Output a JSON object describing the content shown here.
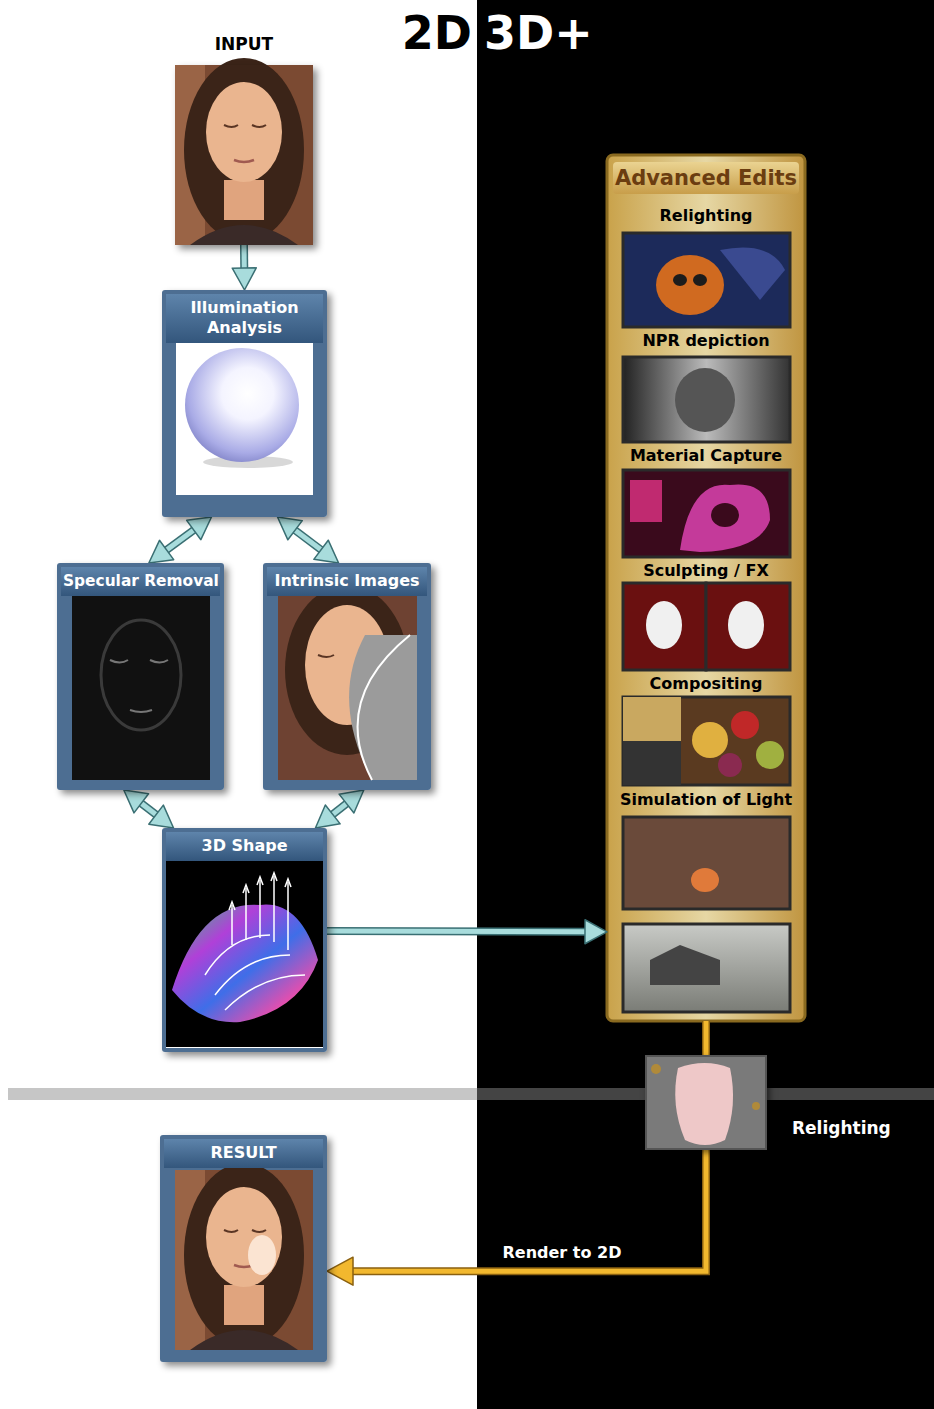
{
  "diagram": {
    "nodes": [
      {
        "text": [
          "INPUT"
        ]
      },
      {
        "text": [
          "Illumination Analysis"
        ]
      },
      {
        "text": [
          "Specular Removal"
        ]
      },
      {
        "text": [
          "Intrinsic Images"
        ]
      },
      {
        "text": [
          "3D Shape"
        ]
      },
      {
        "text": [
          "Advanced Edits"
        ]
      },
      {
        "text": [
          "Relighting"
        ],
        "in": 5
      },
      {
        "text": [
          "NPR depiction"
        ],
        "in": 5
      },
      {
        "text": [
          "Material Capture"
        ],
        "in": 5
      },
      {
        "text": [
          "Sculpting / FX"
        ],
        "in": 5
      },
      {
        "text": [
          "Compositing"
        ],
        "in": 5
      },
      {
        "text": [
          "Simulation of Light"
        ],
        "in": 5
      },
      {
        "text": [
          "Relighting"
        ]
      },
      {
        "text": [
          "RESULT"
        ]
      }
    ],
    "edges": [
      {
        "from": 0,
        "to": 1,
        "arrow": "to"
      },
      {
        "from": 1,
        "to": 2,
        "arrow": "both"
      },
      {
        "from": 1,
        "to": 3,
        "arrow": "both"
      },
      {
        "from": 2,
        "to": 4,
        "arrow": "both"
      },
      {
        "from": 3,
        "to": 4,
        "arrow": "both"
      },
      {
        "from": 4,
        "to": 5,
        "arrow": "to"
      },
      {
        "from": 5,
        "to": 12,
        "arrow": "none"
      },
      {
        "from": 12,
        "to": 13,
        "arrow": "to",
        "label": "Render to 2D"
      }
    ],
    "labels": [
      "2D",
      "3D+"
    ]
  }
}
